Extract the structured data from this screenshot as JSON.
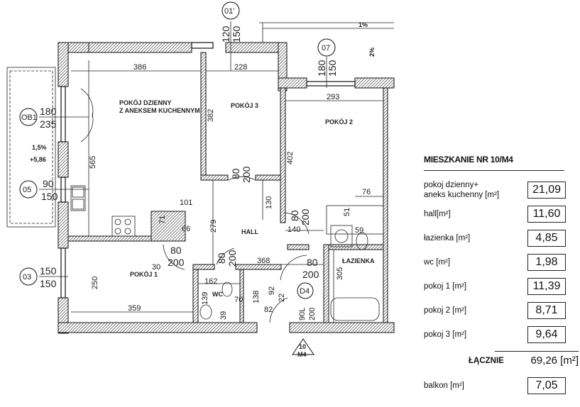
{
  "plan": {
    "rooms": {
      "living": [
        "POKÓJ DZIENNY",
        "Z ANEKSEM KUCHENNYM"
      ],
      "room3": "POKÓJ 3",
      "room2": "POKÓJ 2",
      "hall": "HALL",
      "room1": "POKÓJ 1",
      "bathroom": "ŁAZIENKA",
      "wc": "WC"
    },
    "windows": {
      "w01": {
        "tag": "01'",
        "w": "120",
        "h": "150"
      },
      "w07": {
        "tag": "07",
        "w": "180",
        "h": "150"
      },
      "ob1": {
        "tag": "OB1",
        "w": "180",
        "h": "235"
      },
      "w05": {
        "tag": "05",
        "w": "90",
        "h": "150"
      },
      "w03": {
        "tag": "03",
        "w": "150",
        "h": "150"
      }
    },
    "dimensions": {
      "d386": "386",
      "d228": "228",
      "d293": "293",
      "d565": "565",
      "d382": "382",
      "d402": "402",
      "d279": "279",
      "d130": "130",
      "d250": "250",
      "d305": "305",
      "d359": "359",
      "d162": "162",
      "d368": "368",
      "d140": "140",
      "d76": "76",
      "d51": "51",
      "d101": "101",
      "d71": "71",
      "d66": "66",
      "d139": "139",
      "d138": "138",
      "d92": "92",
      "d82": "82",
      "d70": "70",
      "d39": "39",
      "d30": "30",
      "d59": "59",
      "d22": "22"
    },
    "doors": {
      "door80": "80",
      "door200": "200",
      "door90": "90L"
    },
    "door_tag": "D4",
    "balcony": {
      "slope": "1,5%",
      "level": "+5,86",
      "slope2": "1%",
      "slope3": "2%"
    },
    "section_marker": {
      "top": "10",
      "bottom": "M4"
    }
  },
  "summary": {
    "title": "MIESZKANIE NR 10/M4",
    "rows": [
      {
        "name": "pokoj dzienny+",
        "name2": "aneks kuchenny [m²]",
        "value": "21,09"
      },
      {
        "name": "hall[m²]",
        "value": "11,60"
      },
      {
        "name": "łazienka [m²]",
        "value": "4,85"
      },
      {
        "name": "wc [m²]",
        "value": "1,98"
      },
      {
        "name": "pokoj 1 [m²]",
        "value": "11,39"
      },
      {
        "name": "pokoj 2 [m²]",
        "value": "8,71"
      },
      {
        "name": "pokoj 3 [m²]",
        "value": "9,64"
      }
    ],
    "total_label": "ŁĄCZNIE",
    "total_value": "69,26 [m²]",
    "balcony_label": "balkon [m²]",
    "balcony_value": "7,05"
  }
}
